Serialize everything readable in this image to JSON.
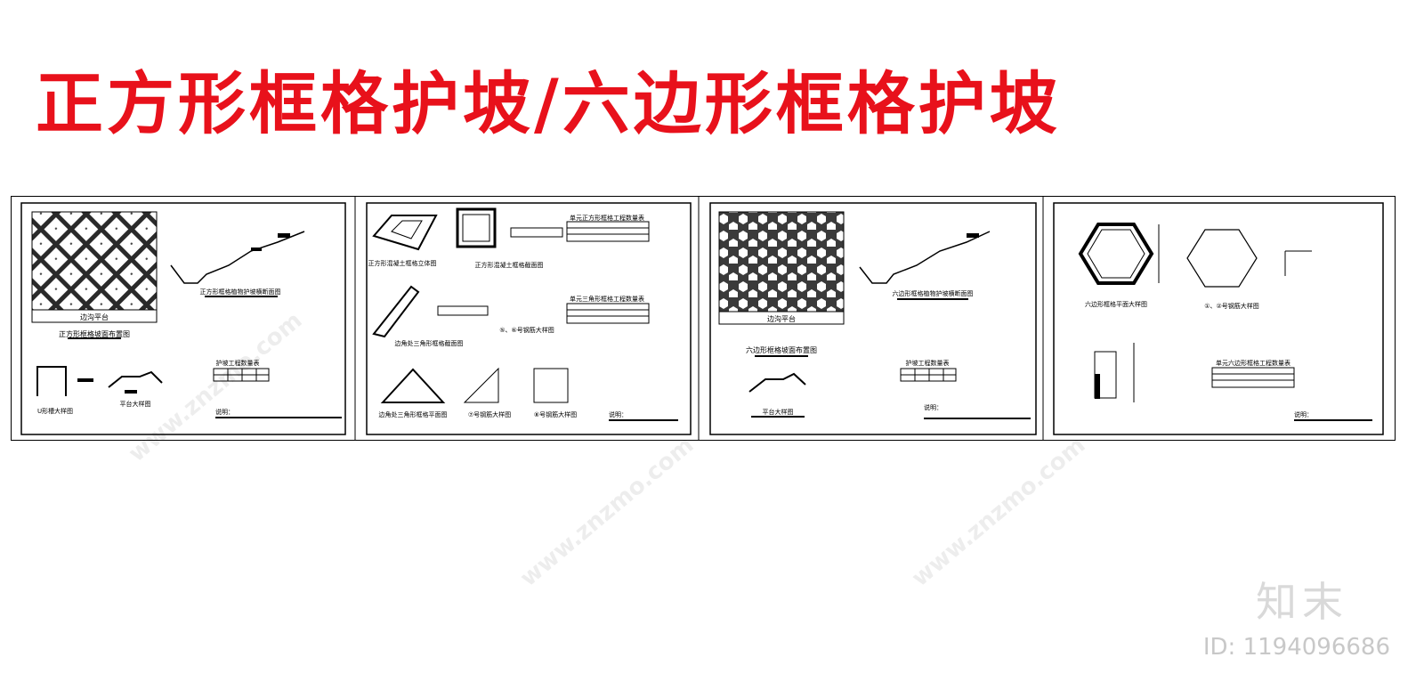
{
  "title": "正方形框格护坡/六边形框格护坡",
  "watermark": "www.znzmo.com",
  "logo": "知末",
  "id_label": "ID: 1194096686",
  "colors": {
    "title": "#e8111b",
    "line": "#000000"
  },
  "sheet1": {
    "plan_label": "边沟平台",
    "plan_caption": "正方形框格坡面布置图",
    "section_caption": "正方形框格植物护坡横断面图",
    "table_caption": "护坡工程数量表",
    "detail1_caption": "U形槽大样图",
    "detail2_caption": "平台大样图",
    "notes_title": "说明："
  },
  "sheet2": {
    "c1": "正方形混凝土框格立体图",
    "c2": "正方形混凝土框格截面图",
    "c3": "单元正方形框格工程数量表",
    "c4": "边角处三角形框格截面图",
    "c5": "单元三角形框格工程数量表",
    "c6": "⑤、⑥号钢筋大样图",
    "c7": "边角处三角形框格平面图",
    "c8": "⑦号钢筋大样图",
    "c9": "⑧号钢筋大样图",
    "notes_title": "说明："
  },
  "sheet3": {
    "plan_label": "边沟平台",
    "plan_caption": "六边形框格坡面布置图",
    "section_caption": "六边形框格植物护坡横断面图",
    "table_caption": "护坡工程数量表",
    "detail_caption": "平台大样图",
    "notes_title": "说明："
  },
  "sheet4": {
    "c1": "六边形框格平面大样图",
    "c2": "①、②号钢筋大样图",
    "c3": "单元六边形框格工程数量表",
    "notes_title": "说明："
  }
}
